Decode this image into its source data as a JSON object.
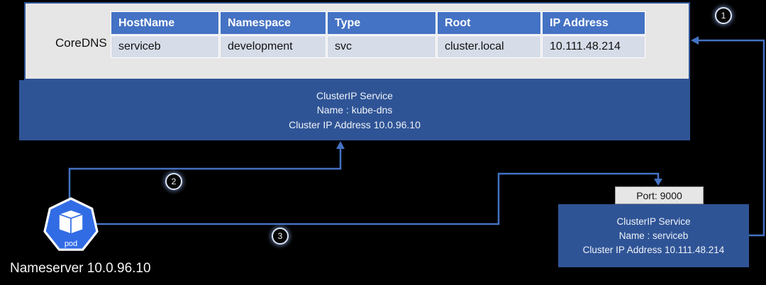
{
  "colors": {
    "background": "#000000",
    "table_header_blue": "#4472c4",
    "table_row_lavender": "#d6dce8",
    "service_box_blue": "#2f5496",
    "container_gray": "#e7e6e6",
    "arrow_blue": "#4472c4",
    "pod_blue": "#326ce5"
  },
  "coredns": {
    "label": "CoreDNS",
    "table": {
      "headers": [
        "HostName",
        "Namespace",
        "Type",
        "Root",
        "IP Address"
      ],
      "rows": [
        [
          "serviceb",
          "development",
          "svc",
          "cluster.local",
          "10.111.48.214"
        ]
      ]
    }
  },
  "kube_dns_service": {
    "lines": [
      "ClusterIP Service",
      "Name : kube-dns",
      "Cluster IP Address 10.0.96.10"
    ]
  },
  "serviceb_service": {
    "lines": [
      "ClusterIP Service",
      "Name : serviceb",
      "Cluster IP Address 10.111.48.214"
    ]
  },
  "port_box": {
    "label": "Port: 9000"
  },
  "pod": {
    "icon_label": "pod",
    "caption": "Nameserver 10.0.96.10"
  },
  "steps": [
    {
      "label": "1"
    },
    {
      "label": "2"
    },
    {
      "label": "3"
    }
  ]
}
